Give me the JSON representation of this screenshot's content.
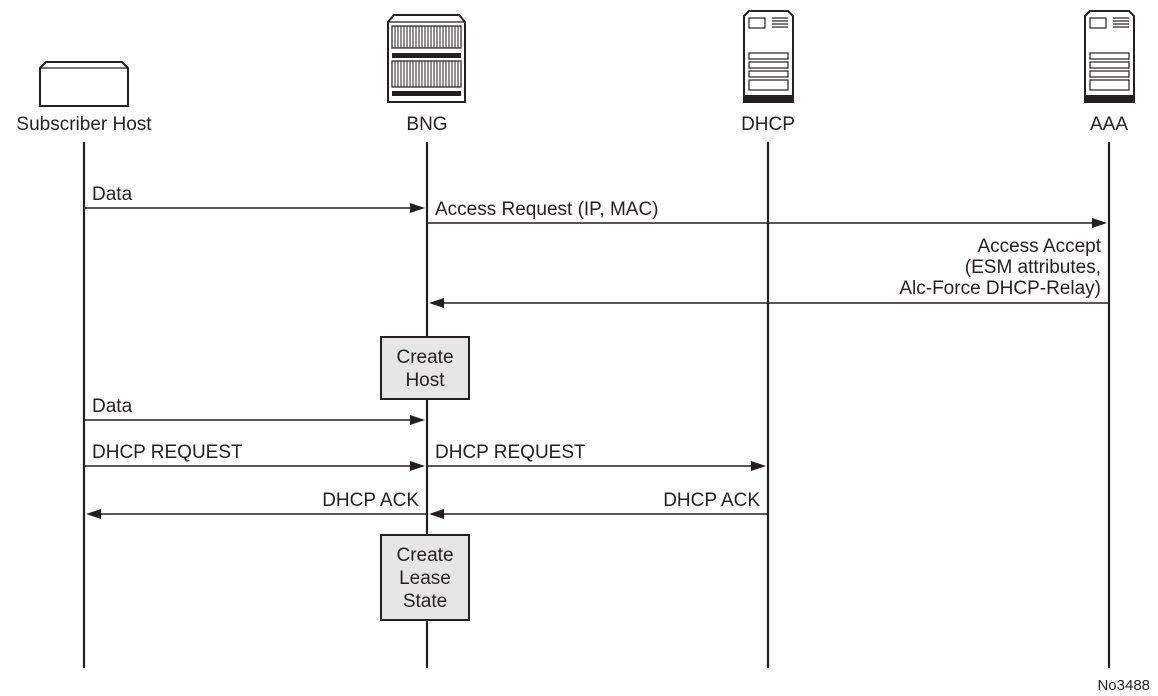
{
  "participants": {
    "subscriber": {
      "label": "Subscriber Host",
      "icon": "host-icon"
    },
    "bng": {
      "label": "BNG",
      "icon": "router-icon"
    },
    "dhcp": {
      "label": "DHCP",
      "icon": "server-icon"
    },
    "aaa": {
      "label": "AAA",
      "icon": "server-icon"
    }
  },
  "messages": [
    {
      "from": "subscriber",
      "to": "bng",
      "lines": [
        "Data"
      ],
      "label_align": "left"
    },
    {
      "from": "bng",
      "to": "aaa",
      "lines": [
        "Access Request (IP, MAC)"
      ],
      "label_align": "left"
    },
    {
      "from": "aaa",
      "to": "bng",
      "lines": [
        "Access Accept",
        "(ESM attributes,",
        "Alc-Force DHCP-Relay)"
      ],
      "label_align": "right"
    },
    {
      "from": "subscriber",
      "to": "bng",
      "lines": [
        "Data"
      ],
      "label_align": "left"
    },
    {
      "from": "subscriber",
      "to": "bng",
      "lines": [
        "DHCP REQUEST"
      ],
      "label_align": "left"
    },
    {
      "from": "bng",
      "to": "dhcp",
      "lines": [
        "DHCP REQUEST"
      ],
      "label_align": "left"
    },
    {
      "from": "bng",
      "to": "subscriber",
      "lines": [
        "DHCP ACK"
      ],
      "label_align": "right"
    },
    {
      "from": "dhcp",
      "to": "bng",
      "lines": [
        "DHCP ACK"
      ],
      "label_align": "right"
    }
  ],
  "actions": [
    {
      "on": "bng",
      "lines": [
        "Create",
        "Host"
      ]
    },
    {
      "on": "bng",
      "lines": [
        "Create",
        "Lease",
        "State"
      ]
    }
  ],
  "figure_id": "No3488"
}
